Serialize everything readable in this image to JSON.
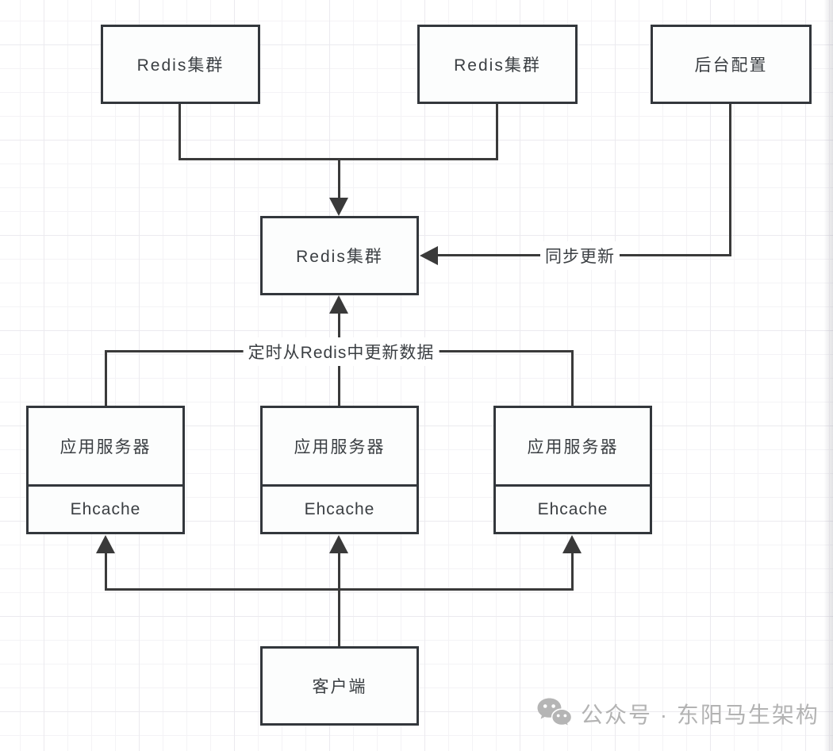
{
  "colors": {
    "background": "#ffffff",
    "grid_minor": "#f4f3f6",
    "grid_major": "#ebeaef",
    "box_border": "#33373c",
    "box_fill": "#fcfdfd",
    "line": "#3a3a3a",
    "text": "#3a3e42",
    "watermark": "#b3b3b3"
  },
  "nodes": {
    "redis_top_left": {
      "label": "Redis集群"
    },
    "redis_top_mid": {
      "label": "Redis集群"
    },
    "backend_config": {
      "label": "后台配置"
    },
    "redis_center": {
      "label": "Redis集群"
    },
    "app_left": {
      "label": "应用服务器",
      "cache": "Ehcache"
    },
    "app_mid": {
      "label": "应用服务器",
      "cache": "Ehcache"
    },
    "app_right": {
      "label": "应用服务器",
      "cache": "Ehcache"
    },
    "client": {
      "label": "客户端"
    }
  },
  "edges": {
    "sync_label": "同步更新",
    "schedule_label": "定时从Redis中更新数据"
  },
  "watermark": {
    "icon": "wechat-icon",
    "text": "公众号 · 东阳马生架构"
  }
}
